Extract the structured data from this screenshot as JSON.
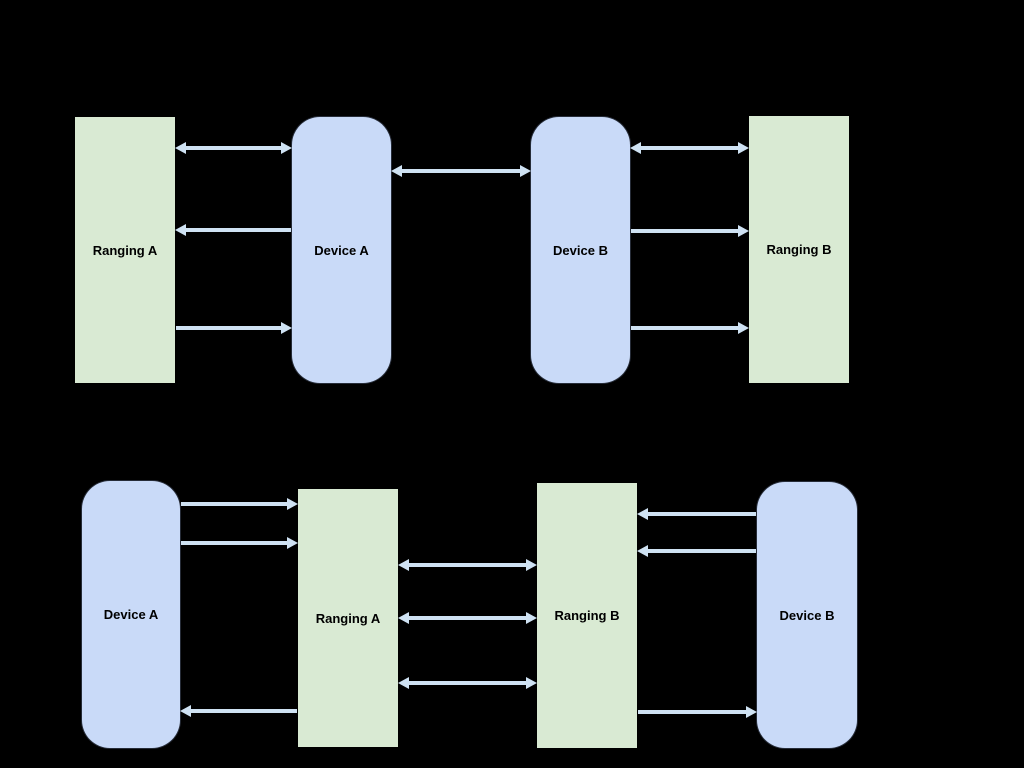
{
  "colors": {
    "background": "#000000",
    "device_fill": "#c9daf8",
    "ranging_fill": "#d9ead3",
    "arrow": "#cfe2f3",
    "label_text": "#000000"
  },
  "top_diagram": {
    "boxes": [
      {
        "id": "ranging-a",
        "label": "Ranging A",
        "type": "ranging"
      },
      {
        "id": "device-a",
        "label": "Device A",
        "type": "device"
      },
      {
        "id": "device-b",
        "label": "Device B",
        "type": "device"
      },
      {
        "id": "ranging-b",
        "label": "Ranging B",
        "type": "ranging"
      }
    ],
    "connections": [
      {
        "from": "ranging-a",
        "to": "device-a",
        "direction": "both"
      },
      {
        "from": "device-a",
        "to": "ranging-a",
        "direction": "one-way"
      },
      {
        "from": "ranging-a",
        "to": "device-a",
        "direction": "one-way"
      },
      {
        "from": "device-a",
        "to": "device-b",
        "direction": "both"
      },
      {
        "from": "device-b",
        "to": "ranging-b",
        "direction": "both"
      },
      {
        "from": "device-b",
        "to": "ranging-b",
        "direction": "one-way"
      },
      {
        "from": "device-b",
        "to": "ranging-b",
        "direction": "one-way"
      }
    ]
  },
  "bottom_diagram": {
    "boxes": [
      {
        "id": "device-a",
        "label": "Device A",
        "type": "device"
      },
      {
        "id": "ranging-a",
        "label": "Ranging A",
        "type": "ranging"
      },
      {
        "id": "ranging-b",
        "label": "Ranging B",
        "type": "ranging"
      },
      {
        "id": "device-b",
        "label": "Device B",
        "type": "device"
      }
    ],
    "connections": [
      {
        "from": "device-a",
        "to": "ranging-a",
        "direction": "one-way"
      },
      {
        "from": "device-a",
        "to": "ranging-a",
        "direction": "one-way"
      },
      {
        "from": "ranging-a",
        "to": "device-a",
        "direction": "one-way"
      },
      {
        "from": "ranging-a",
        "to": "ranging-b",
        "direction": "both"
      },
      {
        "from": "ranging-a",
        "to": "ranging-b",
        "direction": "both"
      },
      {
        "from": "ranging-a",
        "to": "ranging-b",
        "direction": "both"
      },
      {
        "from": "device-b",
        "to": "ranging-b",
        "direction": "one-way"
      },
      {
        "from": "device-b",
        "to": "ranging-b",
        "direction": "one-way"
      },
      {
        "from": "ranging-b",
        "to": "device-b",
        "direction": "one-way"
      }
    ]
  }
}
